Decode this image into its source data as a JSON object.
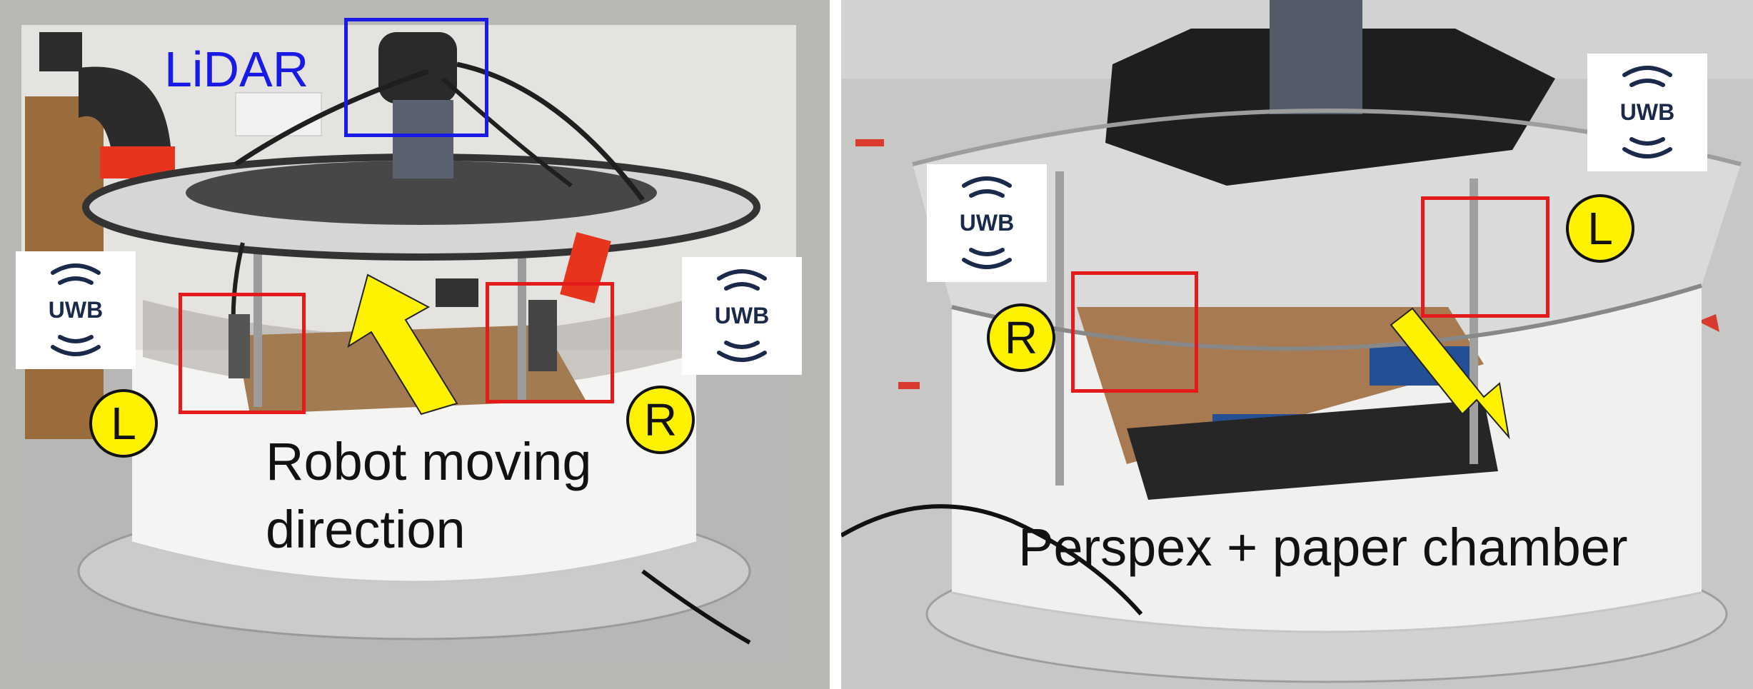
{
  "left_panel": {
    "lidar_label": "LiDAR",
    "uwb_left": "UWB",
    "uwb_right": "UWB",
    "badge_left": "L",
    "badge_right": "R",
    "caption_line1": "Robot moving",
    "caption_line2": "direction"
  },
  "right_panel": {
    "uwb_left": "UWB",
    "uwb_right": "UWB",
    "badge_left": "R",
    "badge_right": "L",
    "caption": "Perspex + paper chamber"
  },
  "colors": {
    "box_red": "#e31b1b",
    "box_blue": "#1a1ae6",
    "badge_yellow": "#fff200",
    "arrow_yellow": "#fff200",
    "uwb_navy": "#1b2a4a"
  }
}
